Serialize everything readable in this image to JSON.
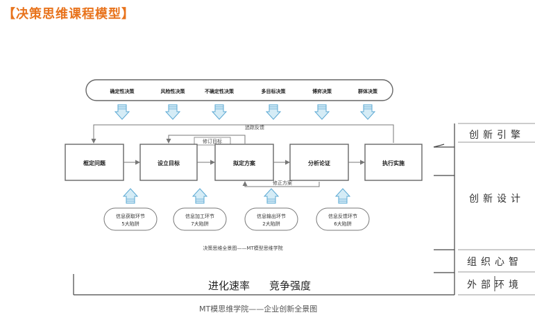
{
  "page": {
    "title": "【决策思维课程模型】",
    "footer_caption": "MT模思维学院——企业创新全景图"
  },
  "decision_types": [
    "确定性决策",
    "风险性决策",
    "不确定性决策",
    "多目标决策",
    "博弈决策",
    "群体决策"
  ],
  "steps": [
    "框定问题",
    "设立目标",
    "拟定方案",
    "分析论证",
    "执行实施"
  ],
  "feedback_labels": {
    "tracking": "追踪反馈",
    "revise_goal": "修订目标",
    "revise_plan": "修正方案"
  },
  "info_stages": [
    {
      "line1": "信息获取环节",
      "line2": "5大陷阱"
    },
    {
      "line1": "信息加工环节",
      "line2": "7大陷阱"
    },
    {
      "line1": "信息输出环节",
      "line2": "2大陷阱"
    },
    {
      "line1": "信息反馈环节",
      "line2": "6大陷阱"
    }
  ],
  "diagram_caption": "决策思维全景图——MT模型思维学院",
  "bottom_left": "进化速率",
  "bottom_right": "竞争强度",
  "right_labels": [
    "创新引擎",
    "创新设计",
    "组织心智",
    "外部环境"
  ],
  "colors": {
    "title": "#e8731c",
    "arrow_fill": "#d5ecf6",
    "arrow_stroke": "#5aa8d3",
    "box_stroke": "#666666",
    "line": "#777777"
  }
}
